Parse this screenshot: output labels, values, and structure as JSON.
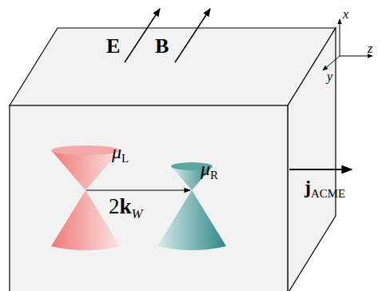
{
  "diagram": {
    "labels": [
      "E",
      "B",
      "x",
      "y",
      "z",
      "μL",
      "2kW",
      "μR",
      "jACME"
    ]
  }
}
